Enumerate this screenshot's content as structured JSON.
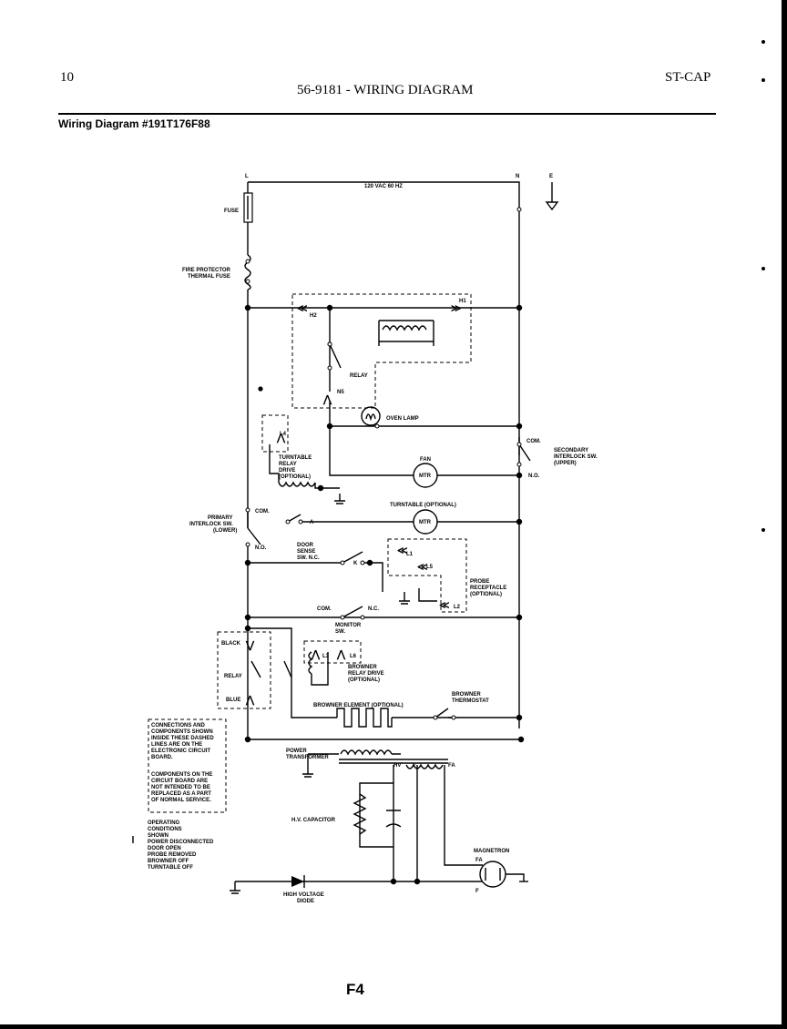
{
  "header": {
    "page_number": "10",
    "title": "56-9181 - WIRING DIAGRAM",
    "code": "ST-CAP",
    "diagram_id": "Wiring Diagram #191T176F88"
  },
  "diagram": {
    "terminals": {
      "l": "L",
      "n": "N",
      "e": "E"
    },
    "supply": "120 VAC 60 HZ",
    "fuse": "FUSE",
    "fire_protector": [
      "FIRE PROTECTOR",
      "THERMAL FUSE"
    ],
    "relay_h2": "H2",
    "relay_h1": "H1",
    "relay_label": "RELAY",
    "relay_n5": "N5",
    "oven_lamp": "OVEN LAMP",
    "turntable_relay": [
      "TURNTABLE",
      "RELAY",
      "DRIVE",
      "(OPTIONAL)"
    ],
    "l4": "L4",
    "com": "COM.",
    "secondary_interlock": [
      "SECONDARY",
      "INTERLOCK SW.",
      "(UPPER)"
    ],
    "no": "N.O.",
    "fan": "FAN",
    "mtr": "MTR",
    "turntable_optional": "TURNTABLE (OPTIONAL)",
    "primary_interlock": [
      "PRIMARY",
      "INTERLOCK SW.",
      "(LOWER)"
    ],
    "a": "A",
    "door_sense": [
      "DOOR",
      "SENSE",
      "SW. N.C."
    ],
    "k": "K",
    "l1": "L1",
    "l5": "L5",
    "l2": "L2",
    "probe_receptacle": [
      "PROBE",
      "RECEPTACLE",
      "(OPTIONAL)"
    ],
    "nc": "N.C.",
    "monitor_sw": [
      "MONITOR",
      "SW."
    ],
    "black": "BLACK",
    "blue": "BLUE",
    "l3": "L3",
    "l6": "L6",
    "browner_relay": [
      "BROWNER",
      "RELAY DRIVE",
      "(OPTIONAL)"
    ],
    "browner_thermostat": [
      "BROWNER",
      "THERMOSTAT"
    ],
    "browner_element": "BROWNER ELEMENT (OPTIONAL)",
    "power_transformer": [
      "POWER",
      "TRANSFORMER"
    ],
    "hv": "HV",
    "f": "F",
    "fa": "FA",
    "hv_capacitor": "H.V. CAPACITOR",
    "magnetron": "MAGNETRON",
    "hv_diode": [
      "HIGH VOLTAGE",
      "DIODE"
    ],
    "connections_note": [
      "CONNECTIONS AND",
      "COMPONENTS SHOWN",
      "INSIDE THESE DASHED",
      "LINES ARE ON THE",
      "ELECTRONIC CIRCUIT",
      "BOARD."
    ],
    "components_note": [
      "COMPONENTS ON THE",
      "CIRCUIT BOARD ARE",
      "NOT INTENDED TO BE",
      "REPLACED AS A PART",
      "OF NORMAL SERVICE."
    ],
    "operating_note": [
      "OPERATING",
      "CONDITIONS",
      "SHOWN",
      "POWER DISCONNECTED",
      "DOOR OPEN",
      "PROBE REMOVED",
      "BROWNER OFF",
      "TURNTABLE OFF"
    ]
  },
  "footer": {
    "label": "F4"
  }
}
